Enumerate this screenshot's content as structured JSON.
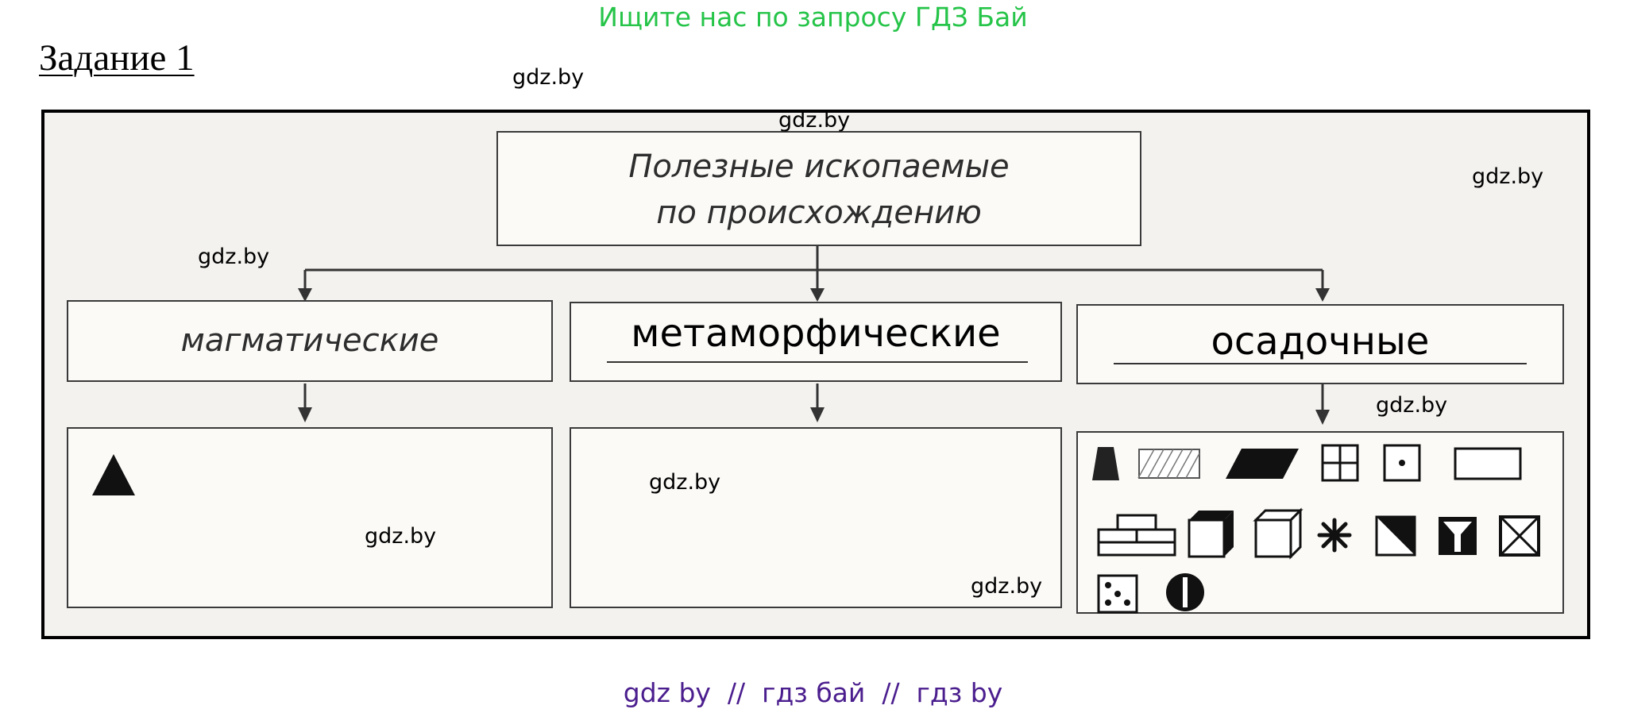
{
  "banner": "Ищите нас по запросу ГДЗ Бай",
  "task_title": "Задание 1",
  "watermark": "gdz.by",
  "diagram": {
    "root_line1": "Полезные ископаемые",
    "root_line2": "по происхождению",
    "categories": [
      {
        "label": "магматические",
        "style": "handwritten",
        "symbols": [
          "triangle-symbol"
        ]
      },
      {
        "label": "метаморфические",
        "style": "typed",
        "symbols": []
      },
      {
        "label": "осадочные",
        "style": "typed",
        "symbols": [
          "trapezoid-symbol",
          "hatched-rectangle-symbol",
          "parallelogram-symbol",
          "grid-square-symbol",
          "dot-square-symbol",
          "outlined-rectangle-symbol",
          "brick-symbol",
          "cube-filled-symbol",
          "cube-outline-symbol",
          "asterisk-symbol",
          "diagonal-square-symbol",
          "y-square-symbol",
          "cross-square-symbol",
          "dice-square-symbol",
          "half-circle-symbol"
        ]
      }
    ]
  },
  "footer": "gdz by  //  гдз бай  //  гдз by"
}
